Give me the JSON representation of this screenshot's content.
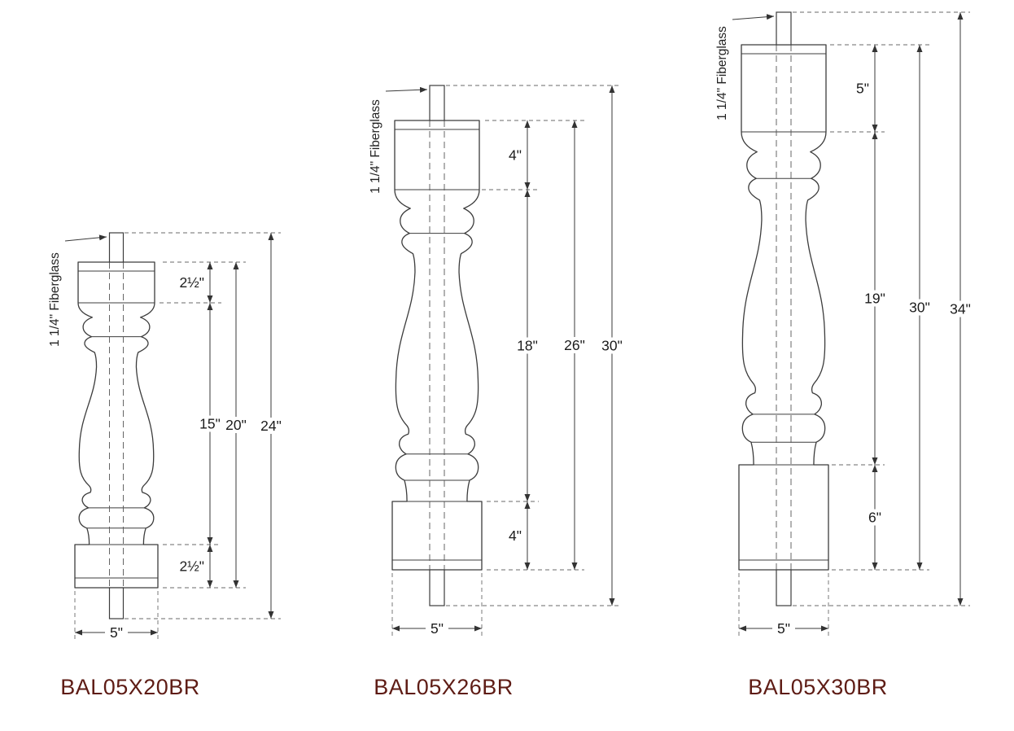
{
  "page": {
    "background": "#ffffff",
    "line_color": "#3c3c3c",
    "code_color": "#5e1c15"
  },
  "figures": [
    {
      "code": "BAL05X20BR",
      "material_note": "1 1/4\" Fiberglass",
      "dims": {
        "top_block": "2½\"",
        "turning": "15\"",
        "bottom_block": "2½\"",
        "body": "20\"",
        "overall": "24\"",
        "width": "5\""
      }
    },
    {
      "code": "BAL05X26BR",
      "material_note": "1 1/4\" Fiberglass",
      "dims": {
        "top_block": "4\"",
        "turning": "18\"",
        "bottom_block": "4\"",
        "body": "26\"",
        "overall": "30\"",
        "width": "5\""
      }
    },
    {
      "code": "BAL05X30BR",
      "material_note": "1 1/4\" Fiberglass",
      "dims": {
        "top_block": "5\"",
        "turning": "19\"",
        "bottom_block": "6\"",
        "body": "30\"",
        "overall": "34\"",
        "width": "5\""
      }
    }
  ]
}
